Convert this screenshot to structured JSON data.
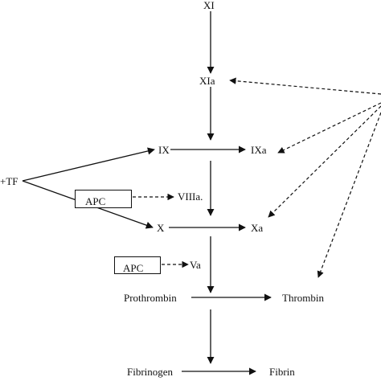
{
  "nodes": {
    "xi": "XI",
    "xia": "XIa",
    "ix": "IX",
    "ixa": "IXa",
    "tf": "+TF",
    "viiia": "VIIIa.",
    "x": "X",
    "xa": "Xa",
    "va": "Va",
    "prothrombin": "Prothrombin",
    "thrombin": "Thrombin",
    "fibrinogen": "Fibrinogen",
    "fibrin": "Fibrin"
  },
  "inhibitors": {
    "apc_1": "APC",
    "apc_2": "APC"
  },
  "colors": {
    "ink": "#111111",
    "background": "#ffffff"
  }
}
